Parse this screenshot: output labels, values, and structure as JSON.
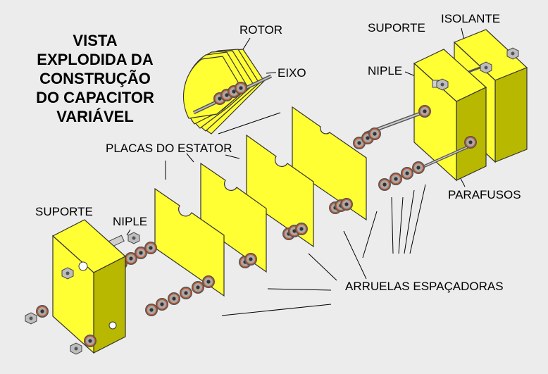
{
  "title": {
    "lines": [
      "VISTA",
      "EXPLODIDA DA",
      "CONSTRUÇÃO",
      "DO CAPACITOR",
      "VARIÁVEL"
    ]
  },
  "labels": {
    "rotor": "ROTOR",
    "eixo": "EIXO",
    "suporte_top": "SUPORTE",
    "isolante": "ISOLANTE",
    "niple_top": "NIPLE",
    "placas_estator": "PLACAS DO ESTATOR",
    "parafusos": "PARAFUSOS",
    "suporte_left": "SUPORTE",
    "niple_left": "NIPLE",
    "arruelas": "ARRUELAS ESPAÇADORAS"
  },
  "colors": {
    "plate_yellow": "#ffff33",
    "plate_edge": "#b8b800",
    "washer_red": "#c85a32",
    "washer_gray": "#9a9a9a",
    "background": "#ececec"
  }
}
